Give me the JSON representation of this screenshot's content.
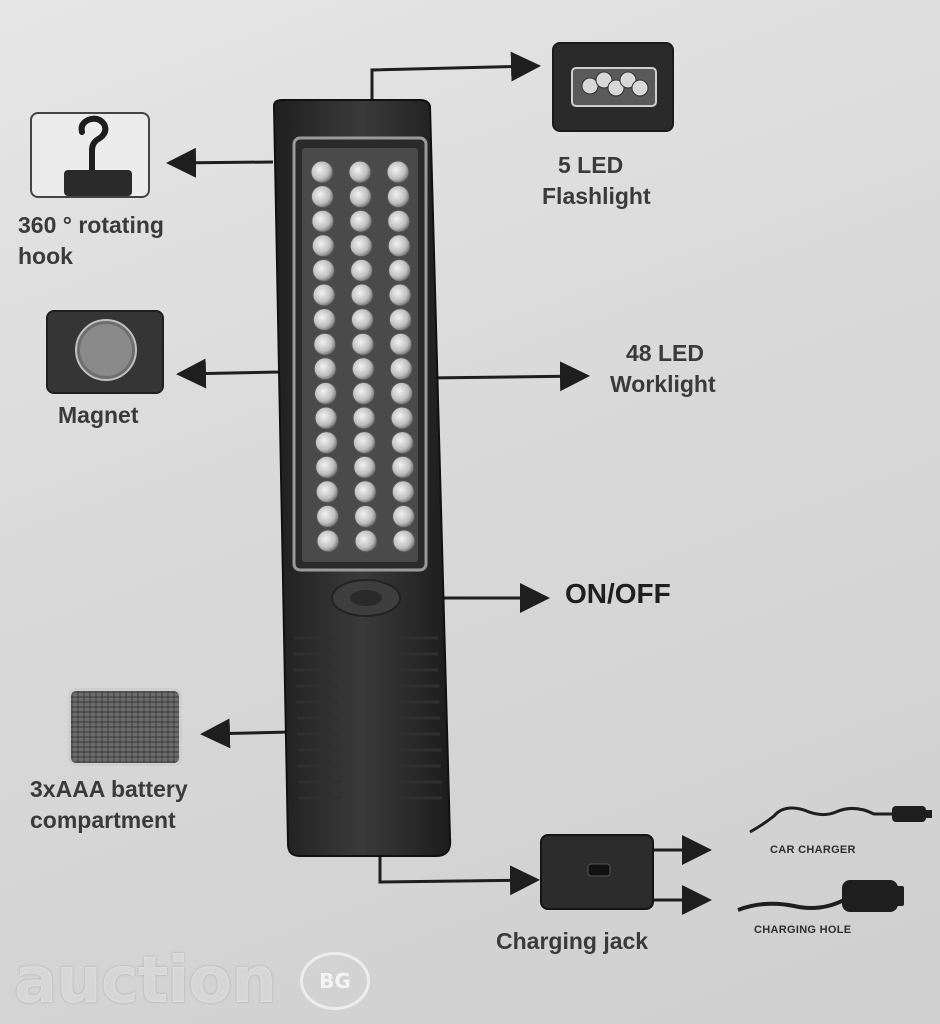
{
  "labels": {
    "flashlight": [
      "5 LED",
      "Flashlight"
    ],
    "hook": [
      "360 ° rotating",
      "hook"
    ],
    "worklight": [
      "48 LED",
      "Worklight"
    ],
    "magnet": "Magnet",
    "onoff": "ON/OFF",
    "battery": [
      "3xAAA battery",
      "compartment"
    ],
    "charging_jack": "Charging jack",
    "car_charger": "CAR CHARGER",
    "charging_hole": "CHARGING HOLE"
  },
  "worklight_leds": {
    "rows": 16,
    "cols": 3
  },
  "flashlight_leds": 5,
  "watermark": {
    "text": "auction",
    "badge": "BG"
  },
  "colors": {
    "device": "#2b2b2b",
    "led": "#cfcfcf",
    "text": "#3a3a3a",
    "background": "#dcdcdc"
  }
}
